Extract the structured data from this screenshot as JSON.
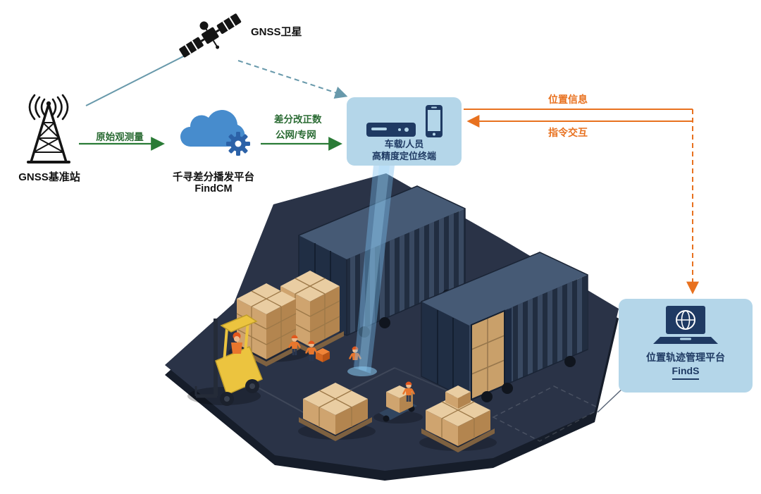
{
  "labels": {
    "satellite": "GNSS卫星",
    "base_station": "GNSS基准站",
    "raw_observation": "原始观测量",
    "cloud_platform": "千寻差分播发平台",
    "cloud_product": "FindCM",
    "correction_line1": "差分改正数",
    "correction_line2": "公网/专网",
    "terminal_line1": "车载/人员",
    "terminal_line2": "高精度定位终端",
    "position_info": "位置信息",
    "command_interaction": "指令交互",
    "management_platform": "位置轨迹管理平台",
    "management_product": "FindS"
  },
  "colors": {
    "background": "#ffffff",
    "link_teal": "#6899ab",
    "flow_green": "#2a7b36",
    "flow_orange": "#e8711f",
    "panel_blue": "#b4d6e9",
    "text_navy": "#1f3a63",
    "text_green": "#2a6b33",
    "cloud_blue": "#478ccd",
    "platform_dark": "#2a3347",
    "container_navy": "#2e3f59",
    "carton_tan": "#cfa46f",
    "forklift_yellow": "#ecc43f"
  },
  "icons": {
    "satellite": "gnss-satellite-icon",
    "base_station": "radio-tower-icon",
    "cloud_platform": "cloud-gear-icon",
    "terminal_devices": [
      "set-top-box-icon",
      "smartphone-icon"
    ],
    "management_platform": "laptop-globe-icon"
  }
}
